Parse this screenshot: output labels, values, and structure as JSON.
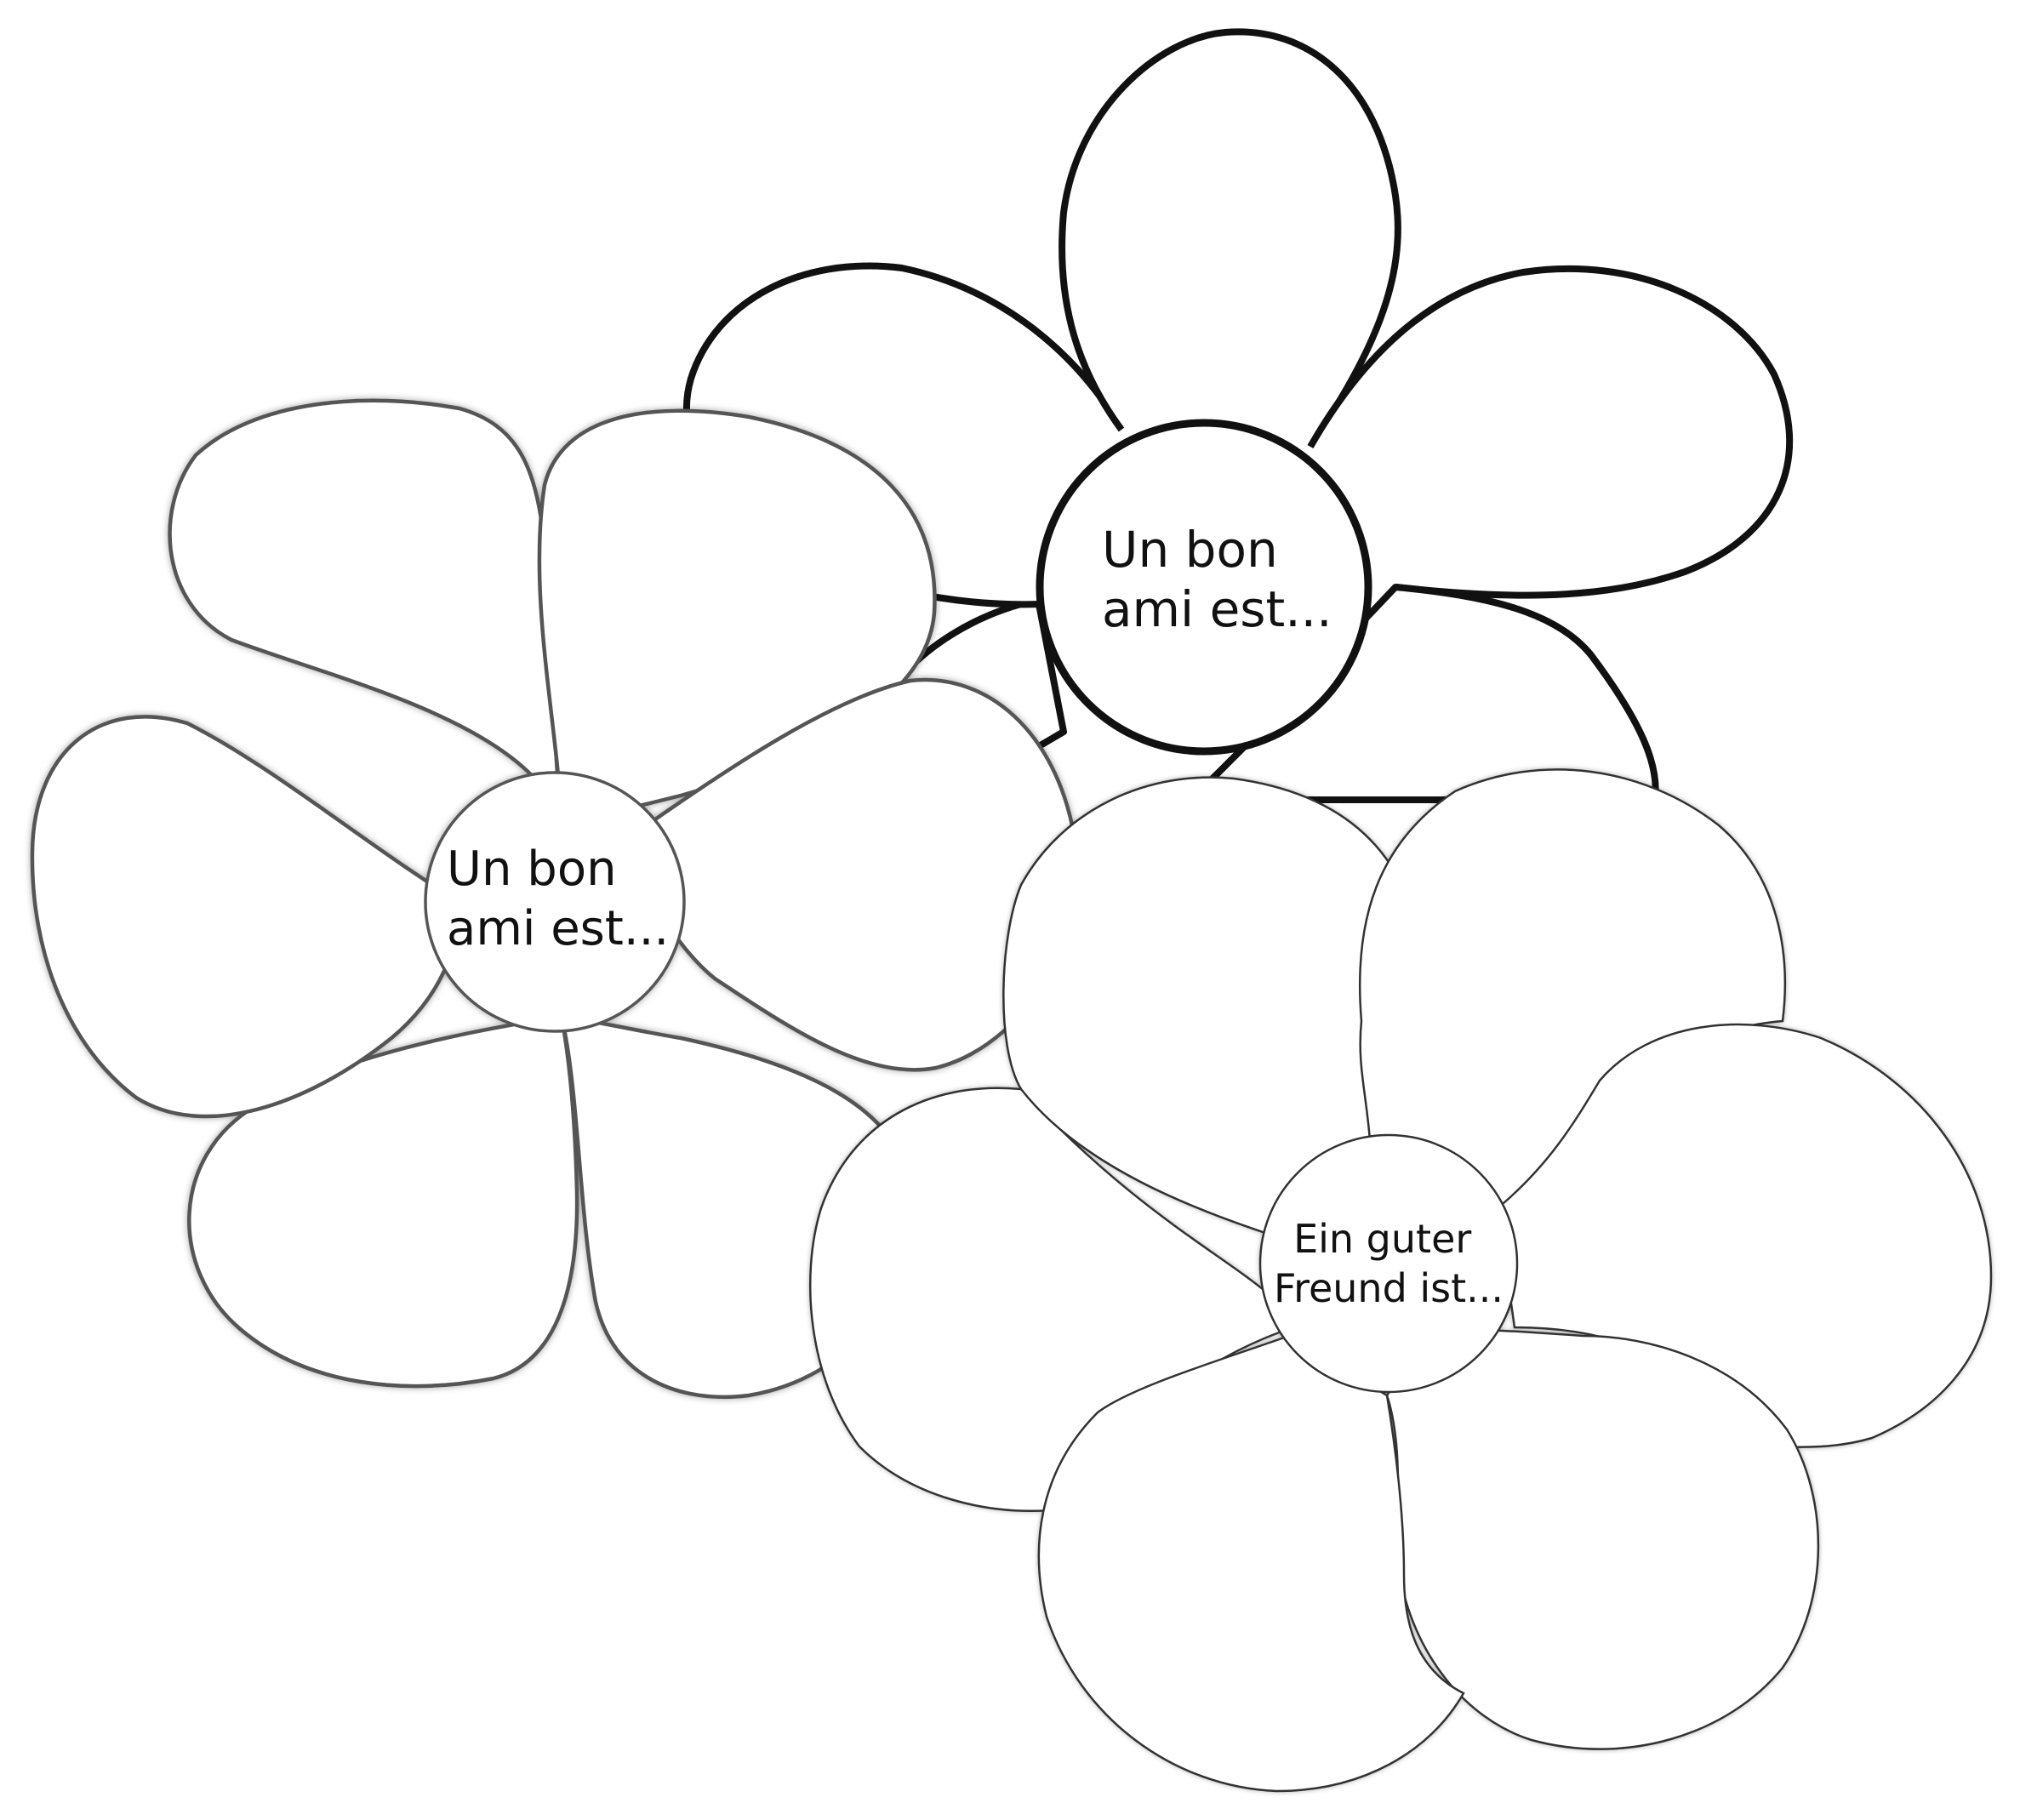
{
  "flowers": [
    {
      "id": "left",
      "label_lines": [
        "Un bon",
        "ami est..."
      ]
    },
    {
      "id": "top",
      "label_lines": [
        "Un bon",
        "ami est..."
      ]
    },
    {
      "id": "bottom",
      "label_lines": [
        "Ein guter",
        "Freund ist..."
      ]
    }
  ],
  "colors": {
    "background": "#ffffff",
    "petal_fill": "#ffffff",
    "outline_left": "#555555",
    "outline_top": "#111111",
    "outline_bottom": "#333333",
    "text": "#111111"
  }
}
